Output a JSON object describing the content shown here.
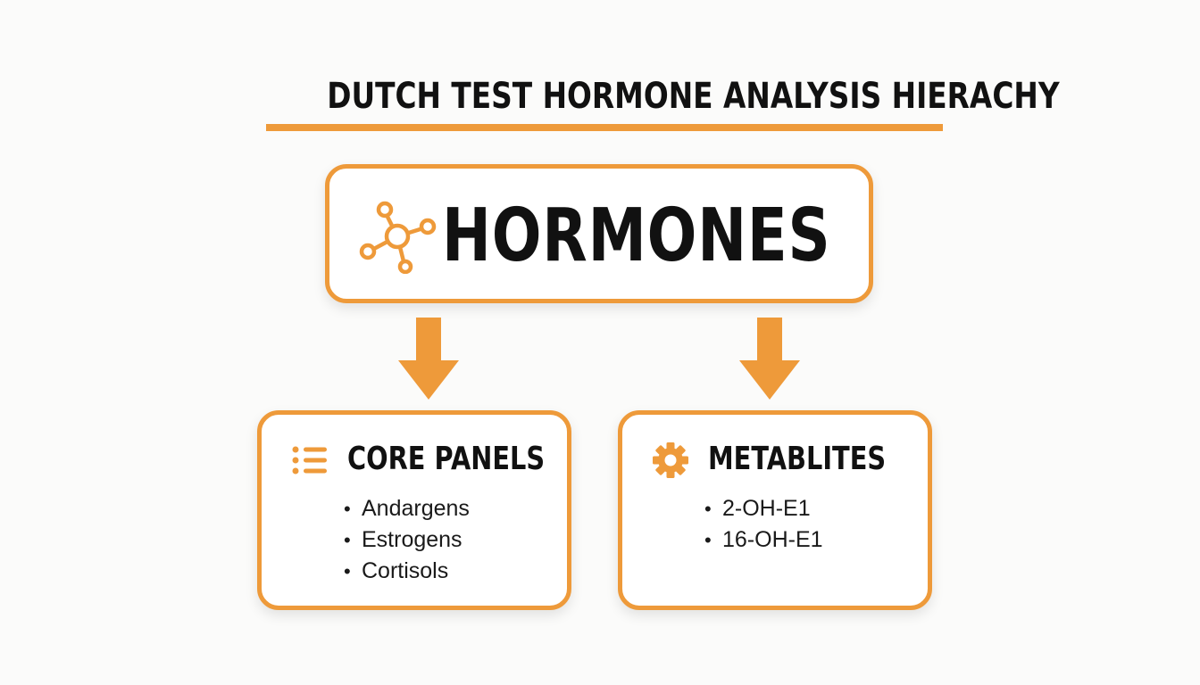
{
  "title": "DUTCH TEST HORMONE ANALYSIS HIERACHY",
  "colors": {
    "accent": "#ee9a3a",
    "text": "#111111",
    "background": "#fbfbfa",
    "box_fill": "#ffffff"
  },
  "root": {
    "label": "HORMONES",
    "icon": "molecule-icon"
  },
  "children": [
    {
      "label": "CORE PANELS",
      "icon": "list-icon",
      "items": [
        "Andargens",
        "Estrogens",
        "Cortisols"
      ]
    },
    {
      "label": "METABLITES",
      "icon": "gear-icon",
      "items": [
        "2-OH-E1",
        "16-OH-E1"
      ]
    }
  ],
  "edges": [
    {
      "from": "HORMONES",
      "to": "CORE PANELS"
    },
    {
      "from": "HORMONES",
      "to": "METABLITES"
    }
  ],
  "bullet_char": "•"
}
